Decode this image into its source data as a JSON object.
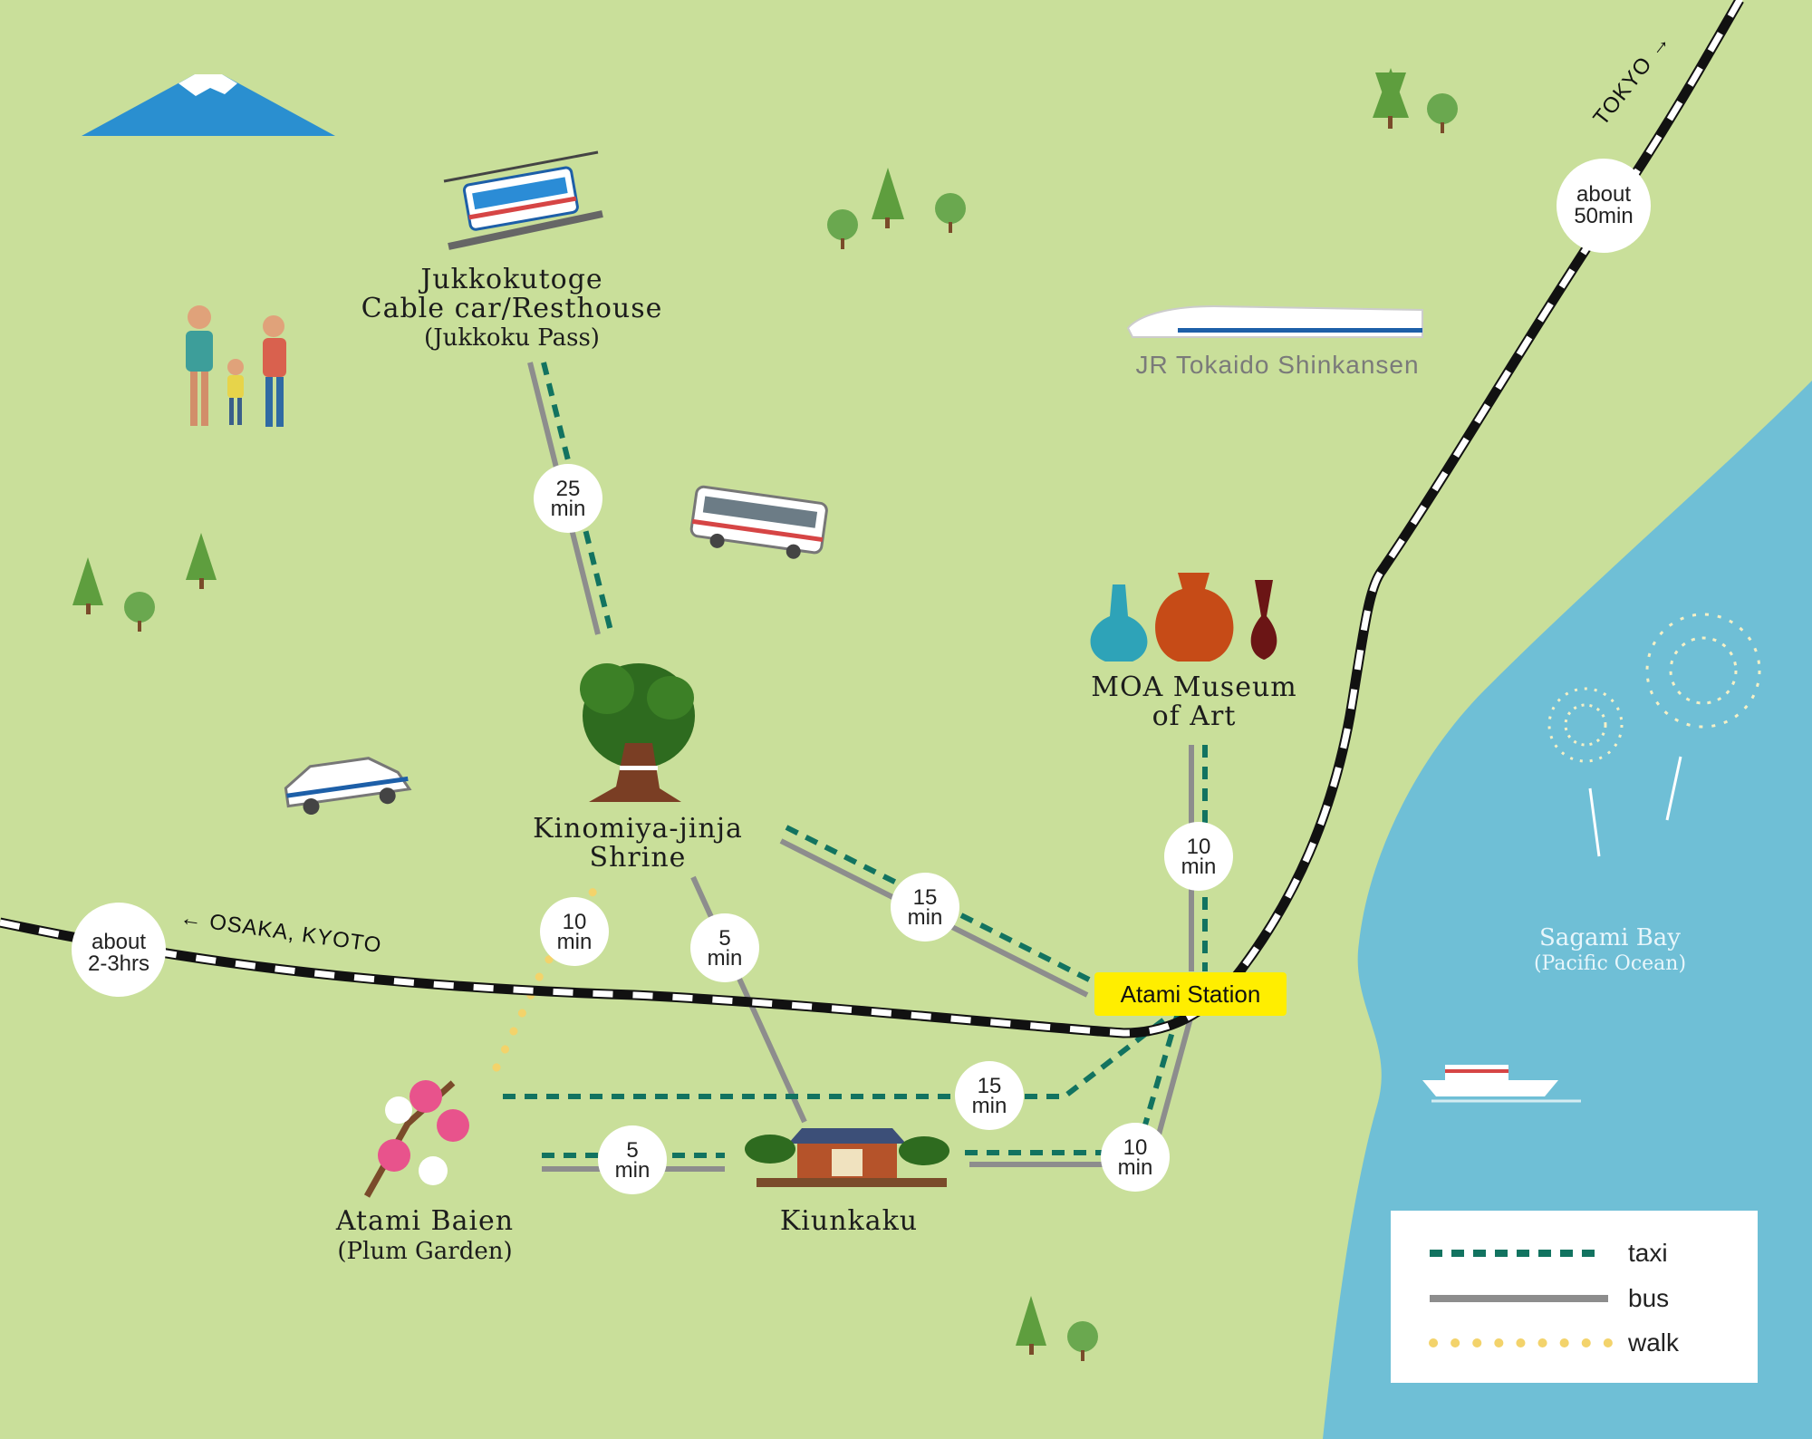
{
  "map": {
    "places": {
      "jukkoku": {
        "line1": "Jukkokutoge",
        "line2": "Cable car/Resthouse",
        "line3": "(Jukkoku Pass)"
      },
      "shinkansen": {
        "label": "JR Tokaido Shinkansen"
      },
      "moa": {
        "line1": "MOA Museum",
        "line2": "of Art"
      },
      "kinomiya": {
        "line1": "Kinomiya-jinja",
        "line2": "Shrine"
      },
      "atami_station": {
        "label": "Atami Station"
      },
      "baien": {
        "line1": "Atami Baien",
        "line2": "(Plum Garden)"
      },
      "kiunkaku": {
        "label": "Kiunkaku"
      },
      "sagami": {
        "line1": "Sagami Bay",
        "line2": "(Pacific Ocean)"
      }
    },
    "directions": {
      "tokyo": "TOKYO →",
      "osaka": "← OSAKA, KYOTO"
    },
    "times": {
      "tokyo": {
        "l1": "about",
        "l2": "50min"
      },
      "osaka": {
        "l1": "about",
        "l2": "2-3hrs"
      },
      "jukkoku_shrine": {
        "l1": "25",
        "l2": "min"
      },
      "moa_station": {
        "l1": "10",
        "l2": "min"
      },
      "shrine_station": {
        "l1": "15",
        "l2": "min"
      },
      "shrine_kiunkaku": {
        "l1": "5",
        "l2": "min"
      },
      "baien_shrine_walk": {
        "l1": "10",
        "l2": "min"
      },
      "baien_station": {
        "l1": "15",
        "l2": "min"
      },
      "baien_kiunkaku": {
        "l1": "5",
        "l2": "min"
      },
      "kiunkaku_station": {
        "l1": "10",
        "l2": "min"
      }
    },
    "legend": {
      "taxi": "taxi",
      "bus": "bus",
      "walk": "walk"
    },
    "colors": {
      "land": "#c9df9a",
      "sea": "#6fbfd6",
      "taxi": "#127360",
      "bus": "#8d8d8d",
      "walk": "#f3d36b",
      "rail_dark": "#111111",
      "station_highlight": "#ffee00",
      "tree": "#5e9e3e"
    },
    "icons": [
      "mount-fuji-icon",
      "cable-car-icon",
      "shinkansen-icon",
      "bus-icon",
      "taxi-icon",
      "hikers-icon",
      "shrine-tree-icon",
      "vases-icon",
      "plum-blossom-icon",
      "kiunkaku-house-icon",
      "ferry-icon",
      "fireworks-icon",
      "tree-icon"
    ]
  }
}
